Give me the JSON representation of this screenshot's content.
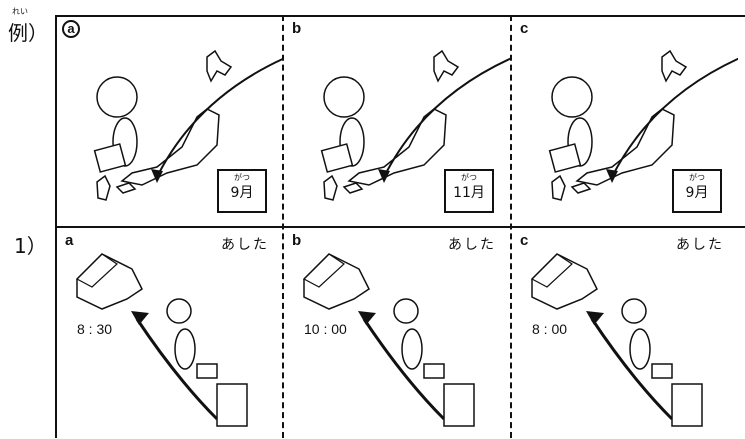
{
  "example": {
    "label": "例）",
    "ruby": "れい",
    "cells": [
      {
        "letter": "a",
        "month": "9月",
        "month_ruby": "がつ"
      },
      {
        "letter": "b",
        "month": "11月",
        "month_ruby": "がつ"
      },
      {
        "letter": "c",
        "month": "9月",
        "month_ruby": "がつ"
      }
    ]
  },
  "q1": {
    "label": "1）",
    "cells": [
      {
        "letter": "a",
        "day": "あした",
        "time": "8 : 30"
      },
      {
        "letter": "b",
        "day": "あした",
        "time": "10 : 00"
      },
      {
        "letter": "c",
        "day": "あした",
        "time": "8 : 00"
      }
    ]
  }
}
